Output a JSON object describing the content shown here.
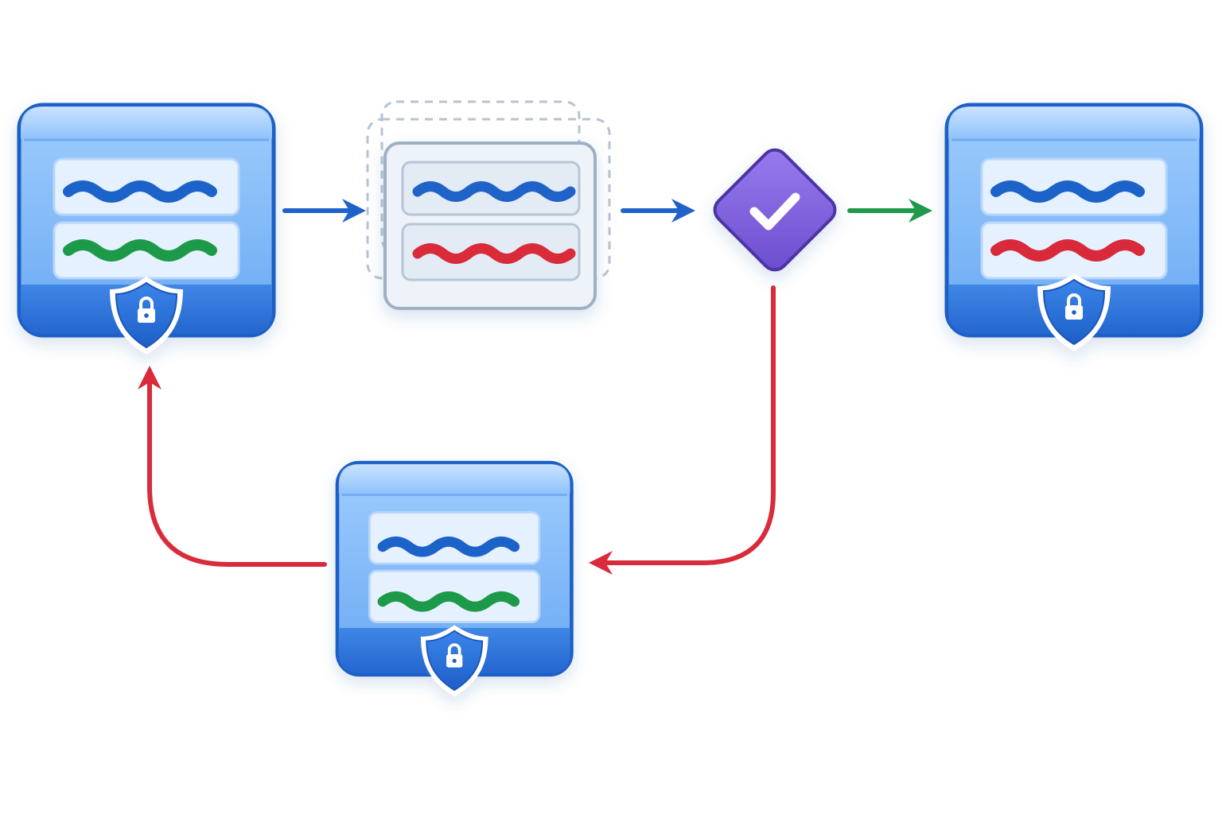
{
  "diagram": {
    "nodes": [
      {
        "id": "source-store",
        "kind": "secure-store",
        "wave_colors": [
          "blue",
          "green"
        ],
        "locked": true
      },
      {
        "id": "staged-change",
        "kind": "staged-snapshot",
        "wave_colors": [
          "blue",
          "red"
        ],
        "locked": false
      },
      {
        "id": "validation-check",
        "kind": "decision",
        "icon": "check-icon"
      },
      {
        "id": "target-store",
        "kind": "secure-store",
        "wave_colors": [
          "blue",
          "red"
        ],
        "locked": true
      },
      {
        "id": "rollback-store",
        "kind": "secure-store",
        "wave_colors": [
          "blue",
          "green"
        ],
        "locked": true
      }
    ],
    "edges": [
      {
        "from": "source-store",
        "to": "staged-change",
        "color": "blue"
      },
      {
        "from": "staged-change",
        "to": "validation-check",
        "color": "blue"
      },
      {
        "from": "validation-check",
        "to": "target-store",
        "color": "green"
      },
      {
        "from": "validation-check",
        "to": "rollback-store",
        "color": "red"
      },
      {
        "from": "rollback-store",
        "to": "source-store",
        "color": "red"
      }
    ]
  },
  "colors": {
    "blue": "#1f63c9",
    "green": "#1f9a4a",
    "red": "#d92b3a",
    "decision": "#7a5ad6",
    "store_outline": "#1e5fc6"
  }
}
